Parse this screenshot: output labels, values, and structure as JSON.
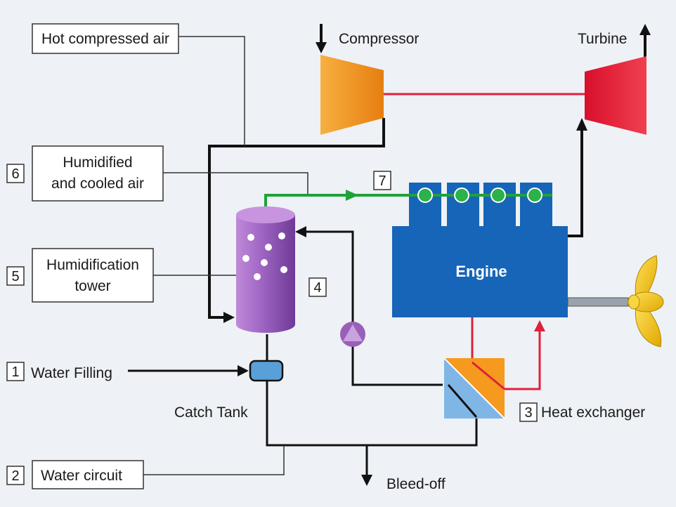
{
  "labels": {
    "hot_compressed_air": "Hot compressed air",
    "humidified_line1": "Humidified",
    "humidified_line2": "and cooled air",
    "tower_line1": "Humidification",
    "tower_line2": "tower",
    "water_filling": "Water Filling",
    "water_circuit": "Water circuit",
    "compressor": "Compressor",
    "turbine": "Turbine",
    "engine": "Engine",
    "catch_tank": "Catch Tank",
    "heat_exchanger": "Heat exchanger",
    "bleed_off": "Bleed-off"
  },
  "numbers": {
    "n1": "1",
    "n2": "2",
    "n3": "3",
    "n4": "4",
    "n5": "5",
    "n6": "6",
    "n7": "7"
  },
  "colors": {
    "background": "#eef1f5",
    "compressor": "#f59a1e",
    "turbine": "#e0203c",
    "engine": "#1665b8",
    "tower": "#9a5fb8",
    "green_line": "#1fa23a",
    "red_line": "#e0203c",
    "propeller": "#f4c20d",
    "catch_tank": "#5aa0d8"
  }
}
